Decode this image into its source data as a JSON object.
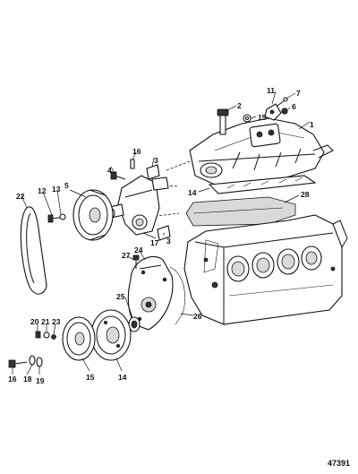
{
  "diagram": {
    "figure_number": "47391",
    "callouts": {
      "intake_manifold": "1",
      "bolt_top": "2",
      "stud_right": "7",
      "bolt_manifold": "11",
      "washer_manifold": "15",
      "nut_manifold": "6",
      "water_pump_gasket_top": "3",
      "water_pump_bolt": "4",
      "pin_16": "16",
      "pump_pulley": "5",
      "bolt_12": "12",
      "lock_washer_13": "13",
      "drive_belt": "22",
      "manifold_gasket": "14",
      "valley_plate": "28",
      "water_pump": "17",
      "water_pump_gasket_lower": "3",
      "cover_bolt": "27",
      "timing_cover": "24",
      "cover_gasket": "26",
      "seal": "25",
      "bolt_20": "20",
      "washer_21": "21",
      "spacer_23": "23",
      "crank_bolt": "16",
      "washer_18": "18",
      "washer_19": "19",
      "crank_pulley": "15",
      "harmonic_balancer": "14"
    }
  }
}
